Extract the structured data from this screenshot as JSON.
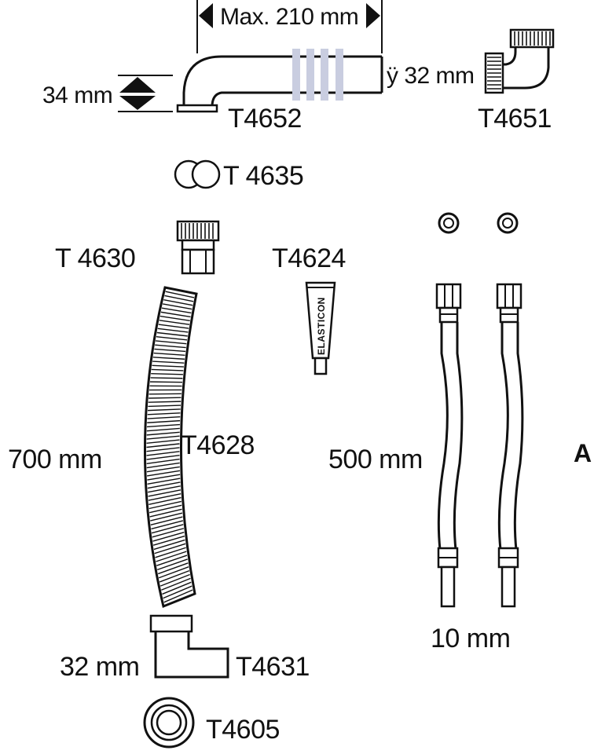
{
  "labels": {
    "max_width": "Max. 210 mm",
    "height_34": "34 mm",
    "diameter_32_top": "ÿ 32 mm",
    "t4652": "T4652",
    "t4651": "T4651",
    "t4635": "T 4635",
    "t4630": "T 4630",
    "t4624": "T4624",
    "tube_brand": "ELASTICON",
    "length_700": "700 mm",
    "t4628": "T4628",
    "length_500": "500 mm",
    "variant_a": "A",
    "size_10": "10 mm",
    "size_32_bottom": "32 mm",
    "t4631": "T4631",
    "t4605": "T4605"
  },
  "colors": {
    "line": "#111111",
    "background": "#ffffff",
    "band": "#c9cde0"
  }
}
